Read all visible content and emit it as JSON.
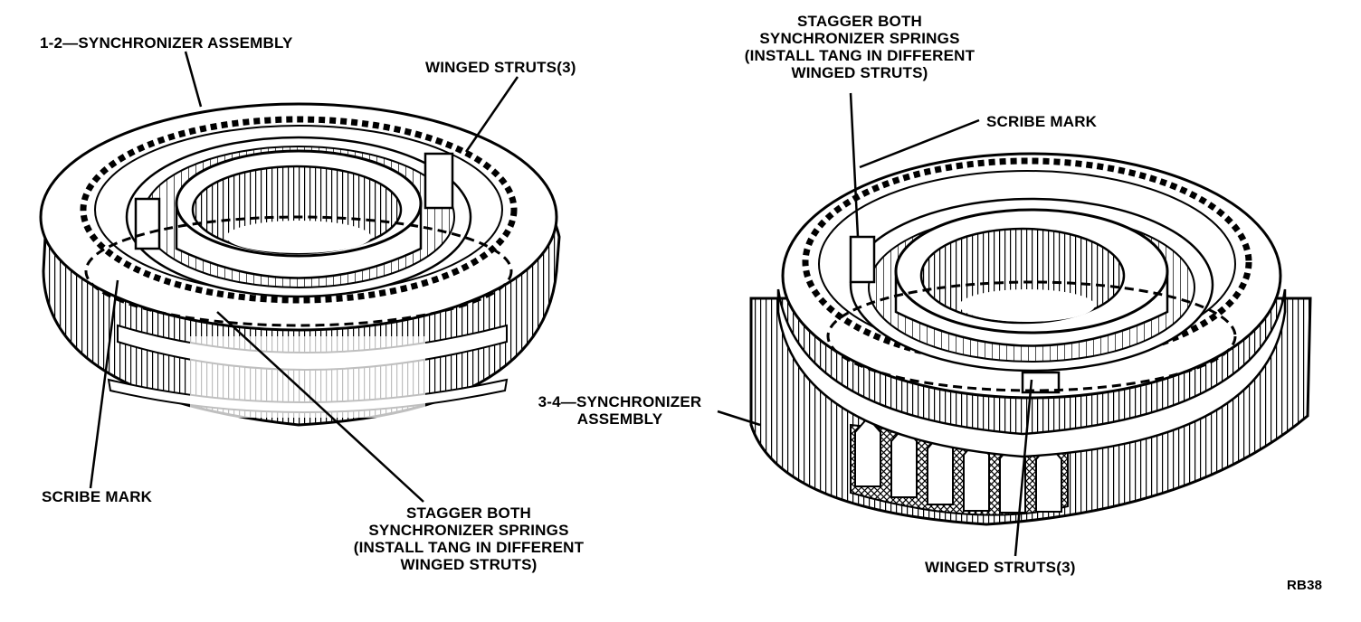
{
  "diagram": {
    "left_assembly": {
      "title": "1-2—SYNCHRONIZER ASSEMBLY",
      "winged_struts": "WINGED STRUTS(3)",
      "scribe_mark": "SCRIBE MARK",
      "stagger_note": [
        "STAGGER BOTH",
        "SYNCHRONIZER SPRINGS",
        "(INSTALL TANG IN DIFFERENT",
        "WINGED STRUTS)"
      ]
    },
    "right_assembly": {
      "stagger_note": [
        "STAGGER BOTH",
        "SYNCHRONIZER SPRINGS",
        "(INSTALL TANG IN DIFFERENT",
        "WINGED STRUTS)"
      ],
      "scribe_mark": "SCRIBE MARK",
      "title": [
        "3-4—SYNCHRONIZER",
        "ASSEMBLY"
      ],
      "winged_struts": "WINGED STRUTS(3)"
    },
    "figure_code": "RB38"
  }
}
